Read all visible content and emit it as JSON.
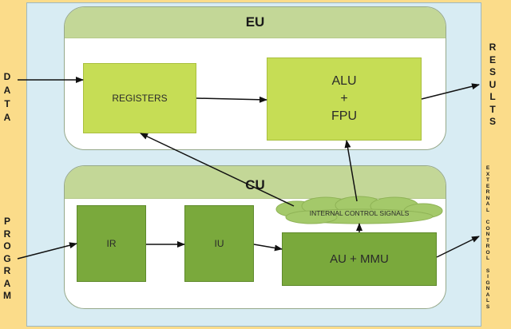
{
  "units": {
    "eu": {
      "title": "EU"
    },
    "cu": {
      "title": "CU"
    }
  },
  "blocks": {
    "registers": "REGISTERS",
    "alu_lines": [
      "ALU",
      "+",
      "FPU"
    ],
    "ir": "IR",
    "iu": "IU",
    "au_mmu": "AU + MMU"
  },
  "cloud": {
    "label": "INTERNAL CONTROL SIGNALS"
  },
  "side_labels": {
    "data": [
      "D",
      "A",
      "T",
      "A"
    ],
    "program": [
      "P",
      "R",
      "O",
      "G",
      "R",
      "A",
      "M"
    ],
    "results": [
      "R",
      "E",
      "S",
      "U",
      "L",
      "T",
      "S"
    ],
    "external_1": [
      "E",
      "X",
      "T",
      "E",
      "R",
      "N",
      "A",
      "L"
    ],
    "external_2": [
      "C",
      "O",
      "N",
      "T",
      "R",
      "O",
      "L"
    ],
    "external_3": [
      "S",
      "I",
      "G",
      "N",
      "A",
      "L",
      "S"
    ]
  },
  "colors": {
    "background": "#fbdc8a",
    "cpu_panel": "#d8ecf3",
    "unit_header": "#c3d797",
    "lime_block": "#c6dd55",
    "green_block": "#7aa93c"
  }
}
